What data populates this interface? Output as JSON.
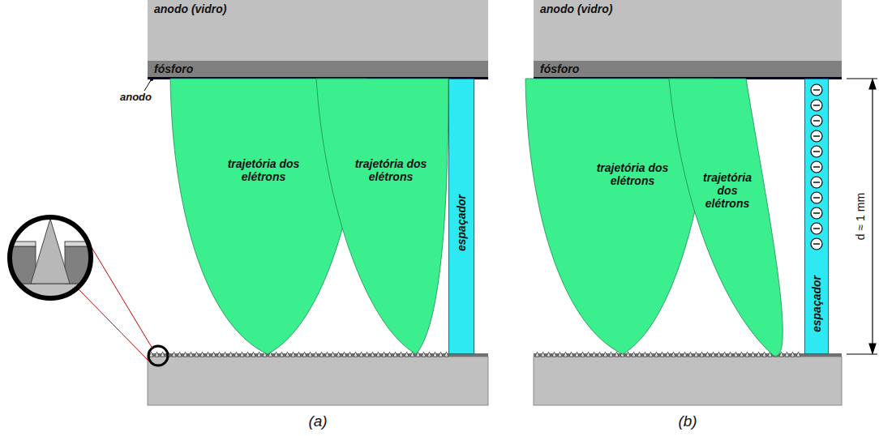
{
  "diagram": {
    "nodes": [
      {
        "text": [
          "anodo (vidro)"
        ]
      },
      {
        "text": [
          "fósforo"
        ]
      },
      {
        "text": [
          "trajetória dos elétrons"
        ]
      },
      {
        "text": [
          "trajetória dos elétrons"
        ]
      },
      {
        "text": [
          "espaçador"
        ]
      },
      {
        "text": [
          "anodo (vidro)"
        ]
      },
      {
        "text": [
          "fósforo"
        ]
      },
      {
        "text": [
          "trajetória dos elétrons"
        ]
      },
      {
        "text": [
          "trajetória dos elétrons"
        ]
      },
      {
        "text": [
          "espaçador"
        ]
      }
    ],
    "labels": [
      "anodo",
      "d ≈ 1 mm",
      "(a)",
      "(b)"
    ]
  }
}
